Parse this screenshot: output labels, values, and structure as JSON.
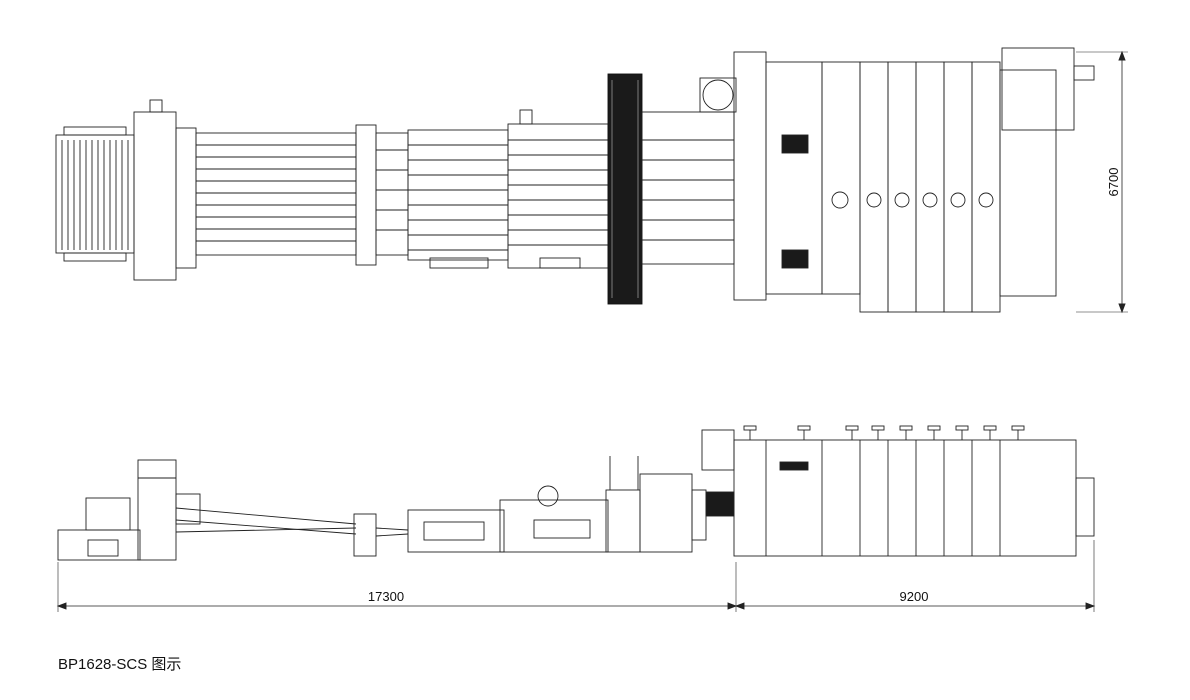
{
  "dimensions": {
    "total_height": "6700",
    "feeder_section_length": "17300",
    "printer_section_length": "9200"
  },
  "caption": "BP1628-SCS 图示",
  "views": {
    "top": {
      "printing_units": 7
    },
    "side": {
      "printing_units": 7
    }
  }
}
